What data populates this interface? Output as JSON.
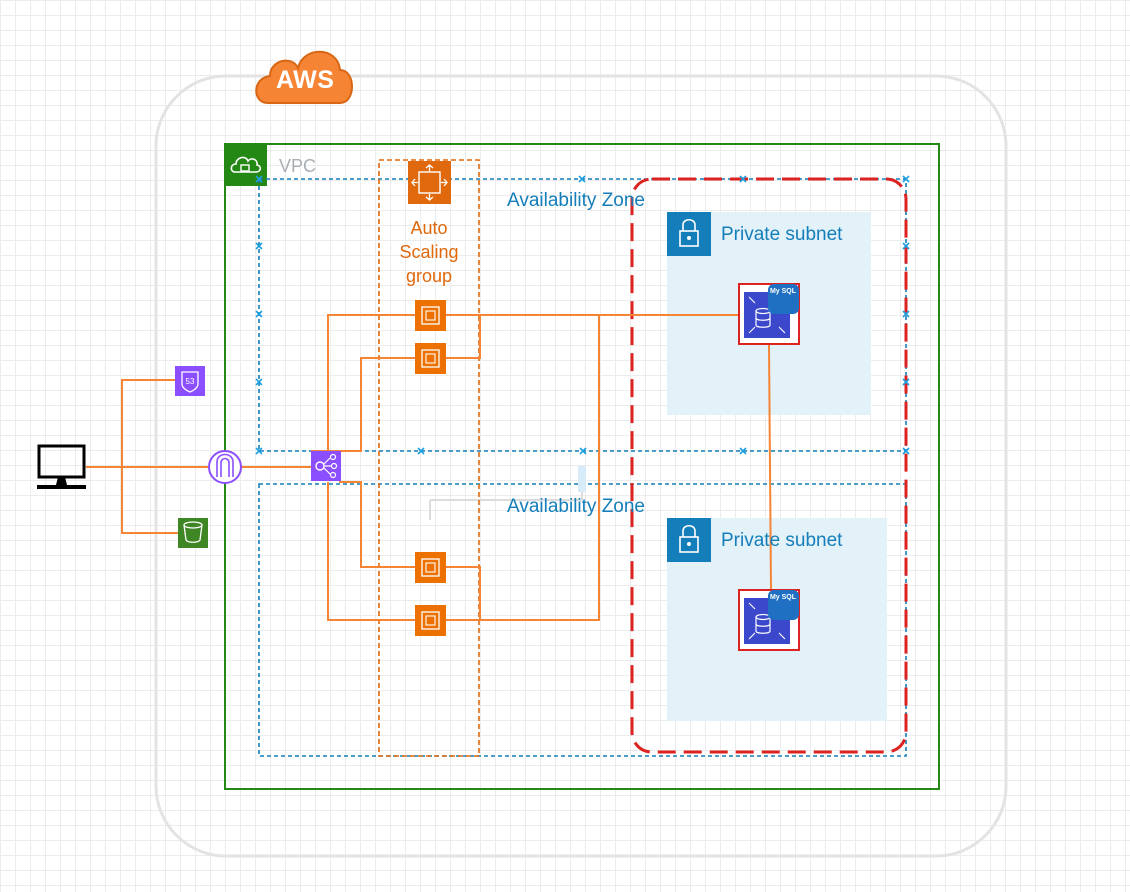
{
  "aws_logo": {
    "text": "AWS",
    "color": "#f58534"
  },
  "vpc": {
    "label": "VPC",
    "border_color": "#248814",
    "icon": "vpc-cloud-lock-icon"
  },
  "availability_zones": [
    {
      "label": "Availability Zone"
    },
    {
      "label": "Availability Zone"
    }
  ],
  "auto_scaling_group": {
    "label": "Auto Scaling group",
    "icon": "auto-scaling-icon",
    "color": "#e0690d"
  },
  "private_subnets": [
    {
      "label": "Private subnet",
      "icon": "padlock-icon",
      "db_icon": "rds-mysql-icon",
      "db_badge": "My SQL"
    },
    {
      "label": "Private subnet",
      "icon": "padlock-icon",
      "db_icon": "rds-mysql-icon",
      "db_badge": "My SQL"
    }
  ],
  "external": {
    "client_icon": "desktop-computer-icon",
    "route53_icon": "route53-icon",
    "route53_badge": "53",
    "s3_icon": "s3-bucket-icon",
    "igw_icon": "internet-gateway-icon",
    "elb_icon": "load-balancer-icon"
  },
  "ec2_instances": [
    {
      "icon": "ec2-instance-icon"
    },
    {
      "icon": "ec2-instance-icon"
    },
    {
      "icon": "ec2-instance-icon"
    },
    {
      "icon": "ec2-instance-icon"
    }
  ],
  "colors": {
    "connection": "#f58534",
    "az_border": "#147eba",
    "subnet_fill": "#e3f1f8",
    "subnet_header": "#147eba",
    "rds_blue": "#3b48cc",
    "rds_highlight": "#dd2222",
    "route53_purple": "#8c4fff",
    "s3_green": "#3f8624",
    "ec2_orange": "#ed7100"
  }
}
